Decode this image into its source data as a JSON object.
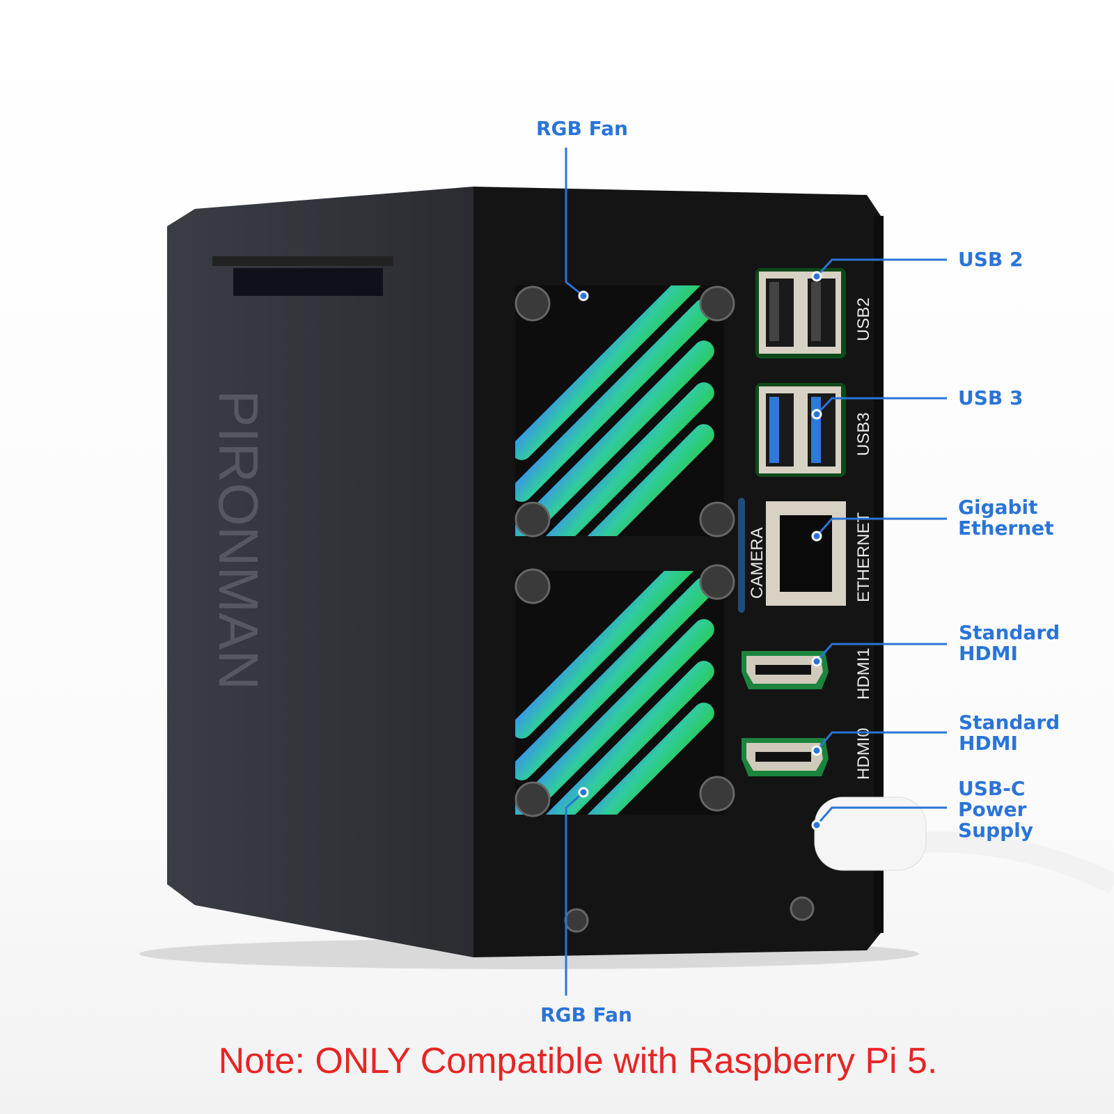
{
  "callouts": {
    "fan_top": "RGB Fan",
    "fan_bottom": "RGB Fan",
    "usb2": "USB 2",
    "usb3": "USB 3",
    "ethernet": "Gigabit\nEthernet",
    "hdmi1": "Standard\nHDMI",
    "hdmi0": "Standard\nHDMI",
    "usbc": "USB-C\nPower\nSupply"
  },
  "case_silkscreen": {
    "usb2": "USB2",
    "usb3": "USB3",
    "camera": "CAMERA",
    "ethernet": "ETHERNET",
    "hdmi1": "HDMI1",
    "hdmi0": "HDMI0",
    "brand": "PIRONMAN"
  },
  "note": "Note: ONLY Compatible with Raspberry Pi 5.",
  "colors": {
    "callout": "#2a74d8",
    "note": "#e82424",
    "case": "#151515"
  }
}
